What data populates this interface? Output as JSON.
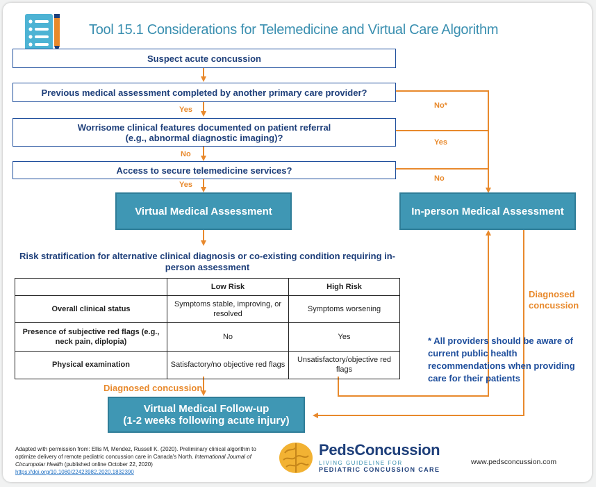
{
  "title": "Tool 15.1 Considerations for Telemedicine and Virtual Care Algorithm",
  "steps": {
    "suspect": "Suspect acute concussion",
    "previous": "Previous medical assessment completed by another primary care provider?",
    "worrisome": "Worrisome clinical features documented on patient referral (e.g., abnormal diagnostic imaging)?",
    "access": "Access to secure telemedicine services?",
    "virtual": "Virtual Medical Assessment",
    "inperson": "In-person Medical Assessment",
    "followup_line1": "Virtual Medical Follow-up",
    "followup_line2": "(1-2 weeks following acute injury)"
  },
  "edge_labels": {
    "yes1": "Yes",
    "no1": "No",
    "yes2": "Yes",
    "no_star": "No*",
    "yes_right": "Yes",
    "no_right": "No",
    "diag_left": "Diagnosed concussion",
    "diag_right": "Diagnosed concussion"
  },
  "risk_heading": "Risk stratification for alternative clinical diagnosis or co-existing condition requiring in-person assessment",
  "risk_table": {
    "headers": [
      "",
      "Low Risk",
      "High Risk"
    ],
    "rows": [
      [
        "Overall clinical status",
        "Symptoms stable, improving, or resolved",
        "Symptoms worsening"
      ],
      [
        "Presence of subjective red flags (e.g., neck pain, diplopia)",
        "No",
        "Yes"
      ],
      [
        "Physical examination",
        "Satisfactory/no objective red flags",
        "Unsatisfactory/objective red flags"
      ]
    ]
  },
  "note": "* All providers should be aware of current public health recommendations when providing care for their patients",
  "citation": {
    "text": "Adapted with permission from: Ellis M, Mendez, Russell K. (2020). Preliminary clinical algorithm to optimize delivery of remote pediatric concussion care in Canada's North. ",
    "journal": "International Journal of Circumpolar Health",
    "tail": " (published online October 22, 2020) ",
    "doi": "https://doi.org/10.1080/22423982.2020.1832390"
  },
  "brand": {
    "name": "PedsConcussion",
    "tagline1": "LIVING GUIDELINE FOR",
    "tagline2": "PEDIATRIC CONCUSSION CARE"
  },
  "website": "www.pedsconcussion.com",
  "colors": {
    "arrow": "#e8892c",
    "box_border": "#1e4e9c",
    "teal": "#3f97b4",
    "title": "#3a8fb0"
  },
  "icons": [
    "checklist-icon",
    "pencil-icon",
    "brain-logo-icon"
  ]
}
